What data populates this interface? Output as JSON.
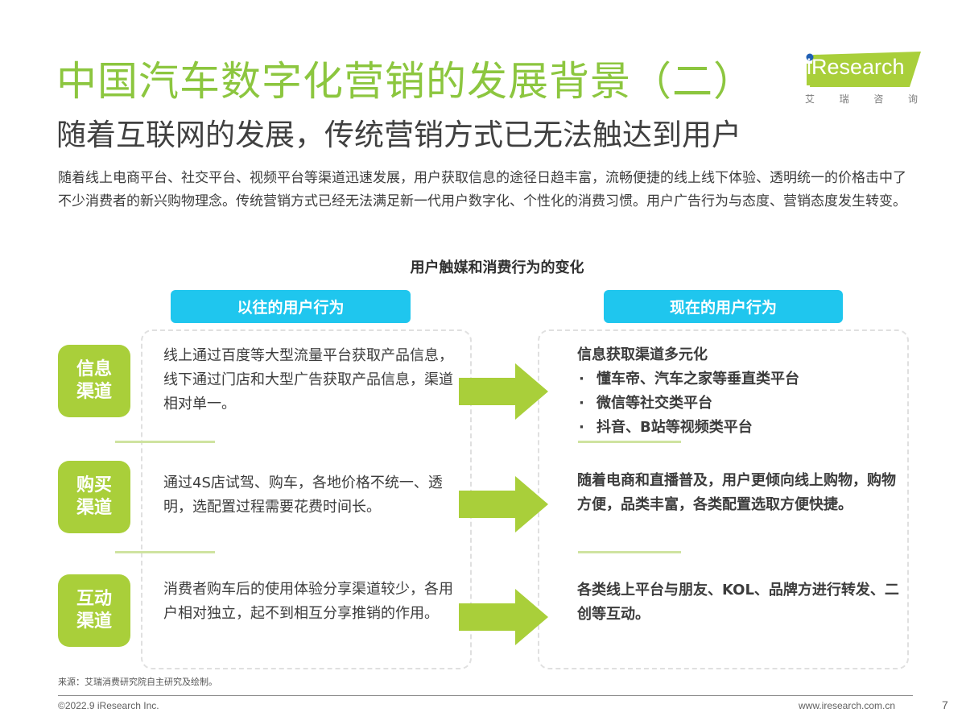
{
  "header": {
    "title": "中国汽车数字化营销的发展背景（二）",
    "subtitle": "随着互联网的发展，传统营销方式已无法触达到用户"
  },
  "logo": {
    "brand": "iResearch",
    "subtitle_chars": [
      "艾",
      "瑞",
      "咨",
      "询"
    ]
  },
  "intro": "随着线上电商平台、社交平台、视频平台等渠道迅速发展，用户获取信息的途径日趋丰富，流畅便捷的线上线下体验、透明统一的价格击中了不少消费者的新兴购物理念。传统营销方式已经无法满足新一代用户数字化、个性化的消费习惯。用户广告行为与态度、营销态度发生转变。",
  "diagram": {
    "title": "用户触媒和消费行为的变化",
    "left_header": "以往的用户行为",
    "right_header": "现在的用户行为",
    "rows": [
      {
        "label_line1": "信息",
        "label_line2": "渠道",
        "before": "线上通过百度等大型流量平台获取产品信息，线下通过门店和大型广告获取产品信息，渠道相对单一。",
        "after_heading": "信息获取渠道多元化",
        "after_bullets": [
          "懂车帝、汽车之家等垂直类平台",
          "微信等社交类平台",
          "抖音、B站等视频类平台"
        ]
      },
      {
        "label_line1": "购买",
        "label_line2": "渠道",
        "before": "通过4S店试驾、购车，各地价格不统一、透明，选配置过程需要花费时间长。",
        "after": "随着电商和直播普及，用户更倾向线上购物，购物方便，品类丰富，各类配置选取方便快捷。"
      },
      {
        "label_line1": "互动",
        "label_line2": "渠道",
        "before": "消费者购车后的使用体验分享渠道较少，各用户相对独立，起不到相互分享推销的作用。",
        "after": "各类线上平台与朋友、KOL、品牌方进行转发、二创等互动。"
      }
    ]
  },
  "source": "来源：艾瑞消费研究院自主研究及绘制。",
  "footer": {
    "copyright": "©2022.9 iResearch Inc.",
    "url": "www.iresearch.com.cn",
    "page": "7"
  },
  "colors": {
    "title_green": "#8cc63f",
    "label_green": "#a9cf3a",
    "header_cyan": "#1fc6ee",
    "separator_green": "#cfe3a0"
  }
}
